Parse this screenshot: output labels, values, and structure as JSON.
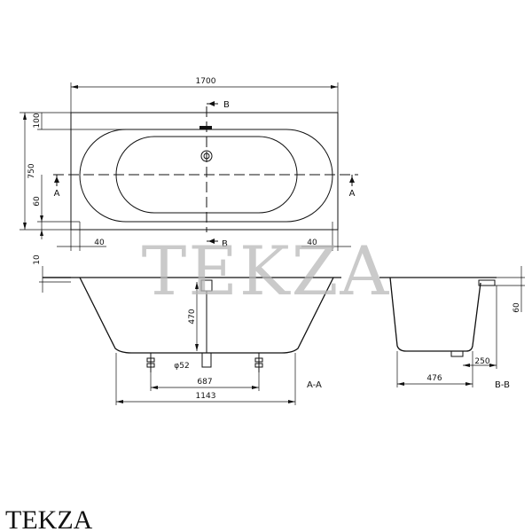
{
  "dimensions": {
    "overall_length": "1700",
    "overall_width": "750",
    "rim_top": "100",
    "rim_side": "60",
    "rim_end_left": "40",
    "rim_end_right": "40",
    "rim_thickness": "10",
    "depth": "470",
    "waste_diameter": "φ52",
    "feet_spacing": "687",
    "base_length": "1143",
    "bb_rim": "60",
    "bb_offset": "250",
    "bb_base_width": "476"
  },
  "labels": {
    "section_a_left": "A",
    "section_a_right": "A",
    "section_b_top": "B",
    "section_b_bottom": "B",
    "view_aa": "A-A",
    "view_bb": "B-B"
  },
  "watermark": "TEKZA",
  "brand": "TEKZA"
}
